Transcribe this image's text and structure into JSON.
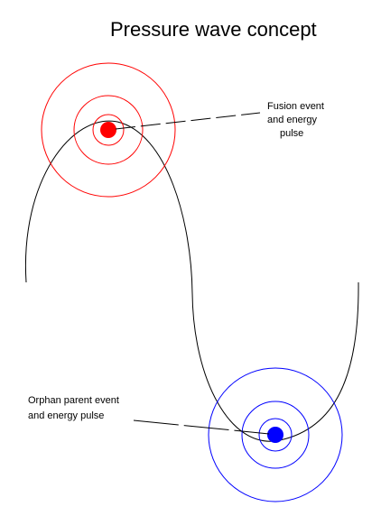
{
  "title": "Pressure wave concept",
  "labels": {
    "fusion": [
      "Fusion event",
      "and energy",
      "pulse"
    ],
    "orphan": [
      "Orphan parent event",
      "and energy pulse"
    ]
  },
  "colors": {
    "background": "#ffffff",
    "fusion": "#ff0000",
    "orphan": "#0000ff",
    "wave": "#000000",
    "leader": "#000000",
    "text": "#000000"
  }
}
